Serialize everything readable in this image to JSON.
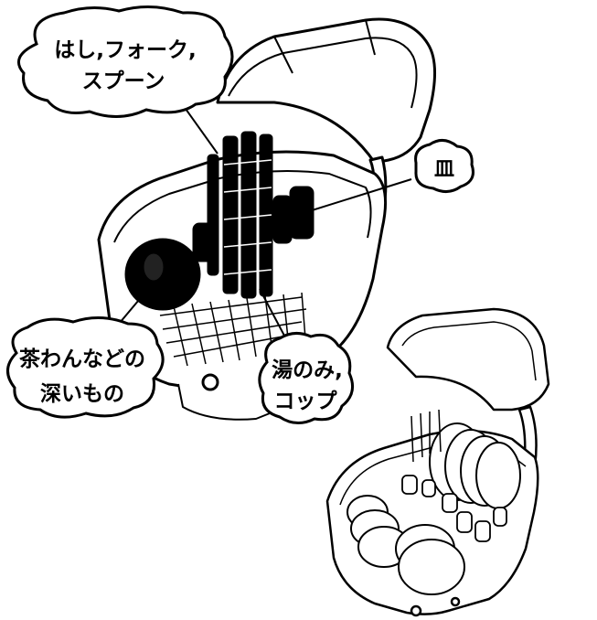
{
  "callouts": {
    "utensils": {
      "line1": "はし,フォーク,",
      "line2": "スプーン"
    },
    "plates": {
      "label": "皿"
    },
    "bowls": {
      "line1": "茶わんなどの",
      "line2": "深いもの"
    },
    "cups": {
      "line1": "湯のみ,",
      "line2": "コップ"
    }
  },
  "colors": {
    "ink": "#000000",
    "paper": "#ffffff"
  }
}
